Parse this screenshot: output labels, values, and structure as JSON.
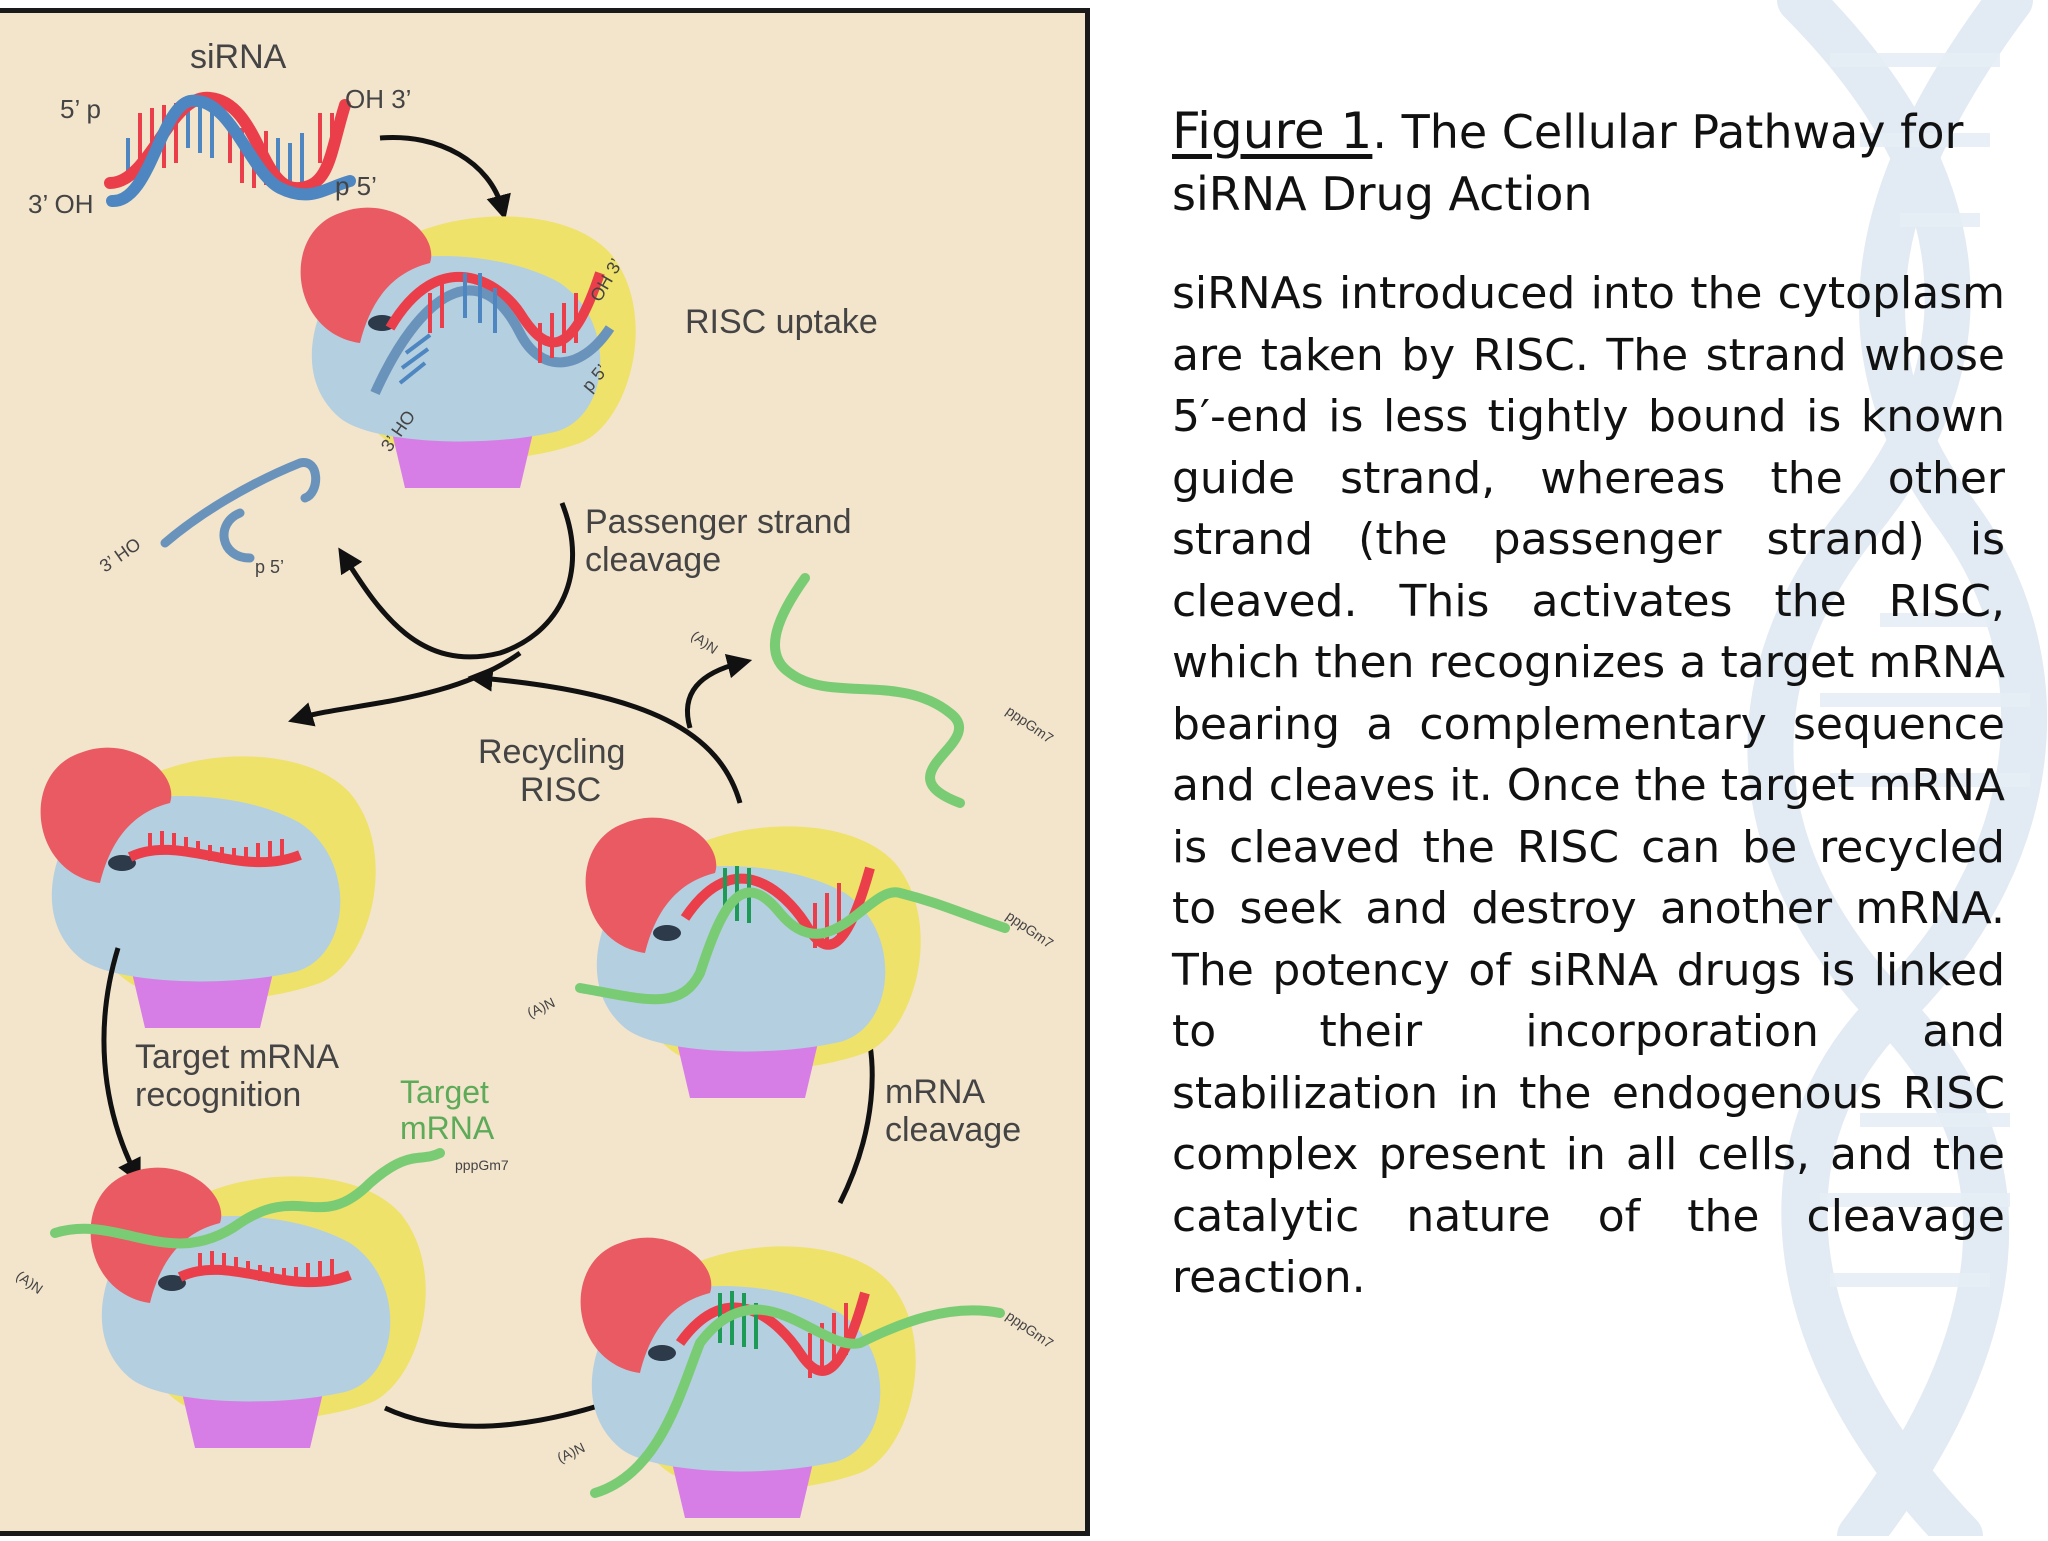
{
  "caption": {
    "figure_label": "Figure 1",
    "separator": ".",
    "title": " The Cellular Pathway for siRNA Drug Action"
  },
  "body_text": "siRNAs introduced into the cytoplasm are taken by RISC. The strand whose 5′-end is less tightly bound is known guide strand, whereas the other strand (the passenger strand) is cleaved. This activates the RISC, which then recognizes a target mRNA bearing a complementary sequence and cleaves it. Once the target mRNA is cleaved the RISC can be recycled to seek and destroy another mRNA. The potency of siRNA drugs is linked to their incorporation and stabilization in the endogenous RISC complex present in all cells, and the catalytic nature of the cleavage reaction.",
  "diagram": {
    "sirna_title": "siRNA",
    "end_5p_top": "5’ p",
    "end_oh3_top": "OH 3’",
    "end_3oh_left": "3’ OH",
    "end_p5_right": "p 5’",
    "risc_uptake": "RISC uptake",
    "risc_oh3": "OH 3’",
    "risc_p5": "p 5’",
    "risc_3ho": "3’ HO",
    "passenger_line1": "Passenger strand",
    "passenger_line2": "cleavage",
    "frag_3ho": "3’ HO",
    "frag_p5": "p 5’",
    "polyA": "(A)N",
    "cap": "pppGm7",
    "recycling_line1": "Recycling",
    "recycling_line2": "RISC",
    "target_rec_line1": "Target mRNA",
    "target_rec_line2": "recognition",
    "target_mrna_line1": "Target",
    "target_mrna_line2": "mRNA",
    "mrna_cleavage_line1": "mRNA",
    "mrna_cleavage_line2": "cleavage"
  },
  "colors": {
    "figure_bg": "#f3e4cc",
    "risc_body": "#b4cfe0",
    "risc_red": "#e95a63",
    "risc_yellow": "#eee26a",
    "risc_purple": "#d77ee6",
    "strand_red": "#ea3f4a",
    "strand_blue": "#4d86c0",
    "mrna_green": "#7acc74",
    "helix_watermark": "#dde7f1"
  }
}
